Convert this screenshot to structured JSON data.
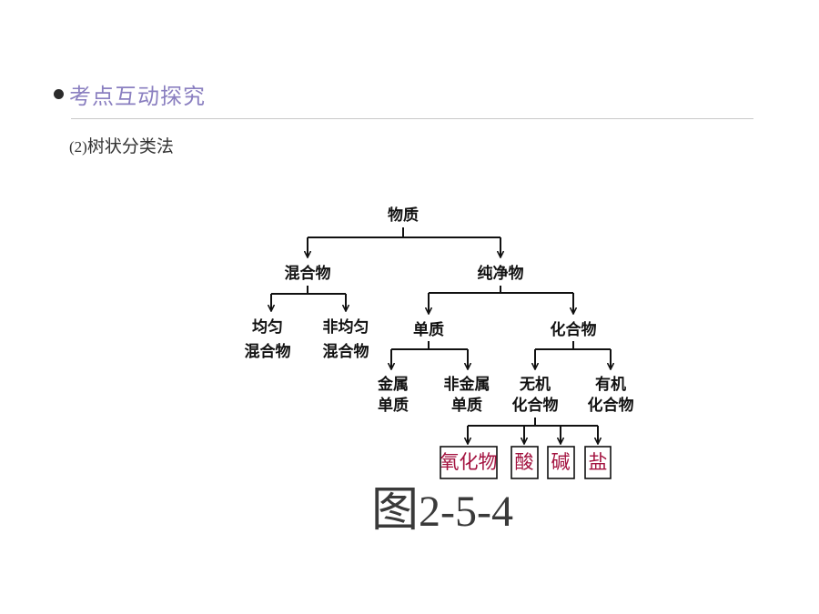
{
  "header": {
    "title": "考点互动探究"
  },
  "subtitle": {
    "number": "(2)",
    "text": "树状分类法"
  },
  "diagram": {
    "root": "物质",
    "mixture": "混合物",
    "pure": "纯净物",
    "homogeneous": [
      "均匀",
      "混合物"
    ],
    "heterogeneous": [
      "非均匀",
      "混合物"
    ],
    "element": "单质",
    "compound": "化合物",
    "metal": [
      "金属",
      "单质"
    ],
    "nonmetal": [
      "非金属",
      "单质"
    ],
    "inorganic": [
      "无机",
      "化合物"
    ],
    "organic": [
      "有机",
      "化合物"
    ],
    "leaves": [
      "氧化物",
      "酸",
      "碱",
      "盐"
    ]
  },
  "caption": {
    "char": "图",
    "number": "2-5-4"
  },
  "colors": {
    "header": "#8a7fc0",
    "leaf": "#a3123f"
  }
}
